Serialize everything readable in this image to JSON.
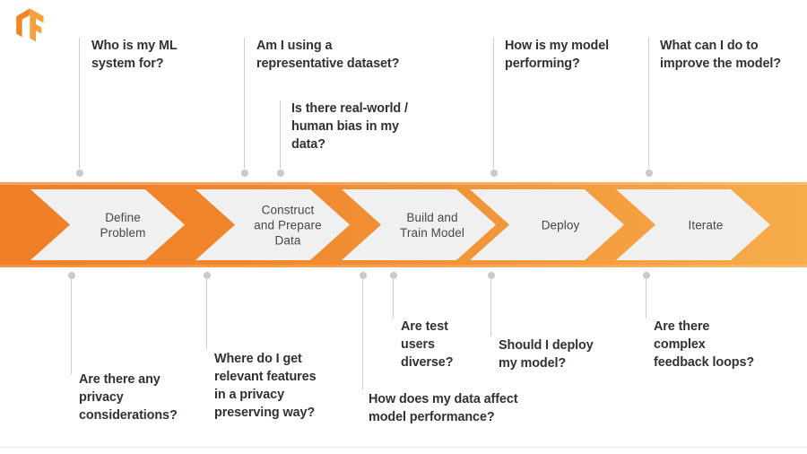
{
  "slide": {
    "background_color": "#ffffff",
    "brand_logo": "tensorflow-logo",
    "title_visible": false
  },
  "palette": {
    "band_left": "#ef7f26",
    "band_right": "#f6ad4c",
    "chevron_fill": "#f0f0f0",
    "text_dark": "#2f3336",
    "stage_text": "#45484b",
    "connector": "#cfcfcf",
    "dot": "#c9c9c9"
  },
  "pipeline": {
    "name": "ml-lifecycle-pipeline",
    "stages": [
      {
        "id": "define-problem",
        "label": "Define\nProblem"
      },
      {
        "id": "construct-and-prepare-data",
        "label": "Construct\nand Prepare\nData"
      },
      {
        "id": "build-and-train-model",
        "label": "Build and\nTrain Model"
      },
      {
        "id": "deploy",
        "label": "Deploy"
      },
      {
        "id": "iterate",
        "label": "Iterate"
      }
    ]
  },
  "questions_above": [
    {
      "id": "who-is-my-ml-system-for",
      "text": "Who is my ML\nsystem for?"
    },
    {
      "id": "am-i-using-a-representative-dataset",
      "text": "Am I using a\nrepresentative dataset?"
    },
    {
      "id": "is-there-real-world-human-bias",
      "text": "Is there real-world /\nhuman bias in my\ndata?"
    },
    {
      "id": "how-is-my-model-performing",
      "text": "How is my model\nperforming?"
    },
    {
      "id": "what-can-i-do-to-improve-the-model",
      "text": "What can I do to\nimprove the model?"
    }
  ],
  "questions_below": [
    {
      "id": "are-there-any-privacy-considerations",
      "text": "Are there any\nprivacy\nconsiderations?"
    },
    {
      "id": "where-do-i-get-relevant-features",
      "text": "Where do I get\nrelevant features\nin a privacy\npreserving way?"
    },
    {
      "id": "how-does-my-data-affect-model-performance",
      "text": "How does my data affect\nmodel performance?"
    },
    {
      "id": "are-test-users-diverse",
      "text": "Are test\nusers\ndiverse?"
    },
    {
      "id": "should-i-deploy-my-model",
      "text": "Should I deploy\nmy model?"
    },
    {
      "id": "are-there-complex-feedback-loops",
      "text": "Are there\ncomplex\nfeedback loops?"
    }
  ]
}
